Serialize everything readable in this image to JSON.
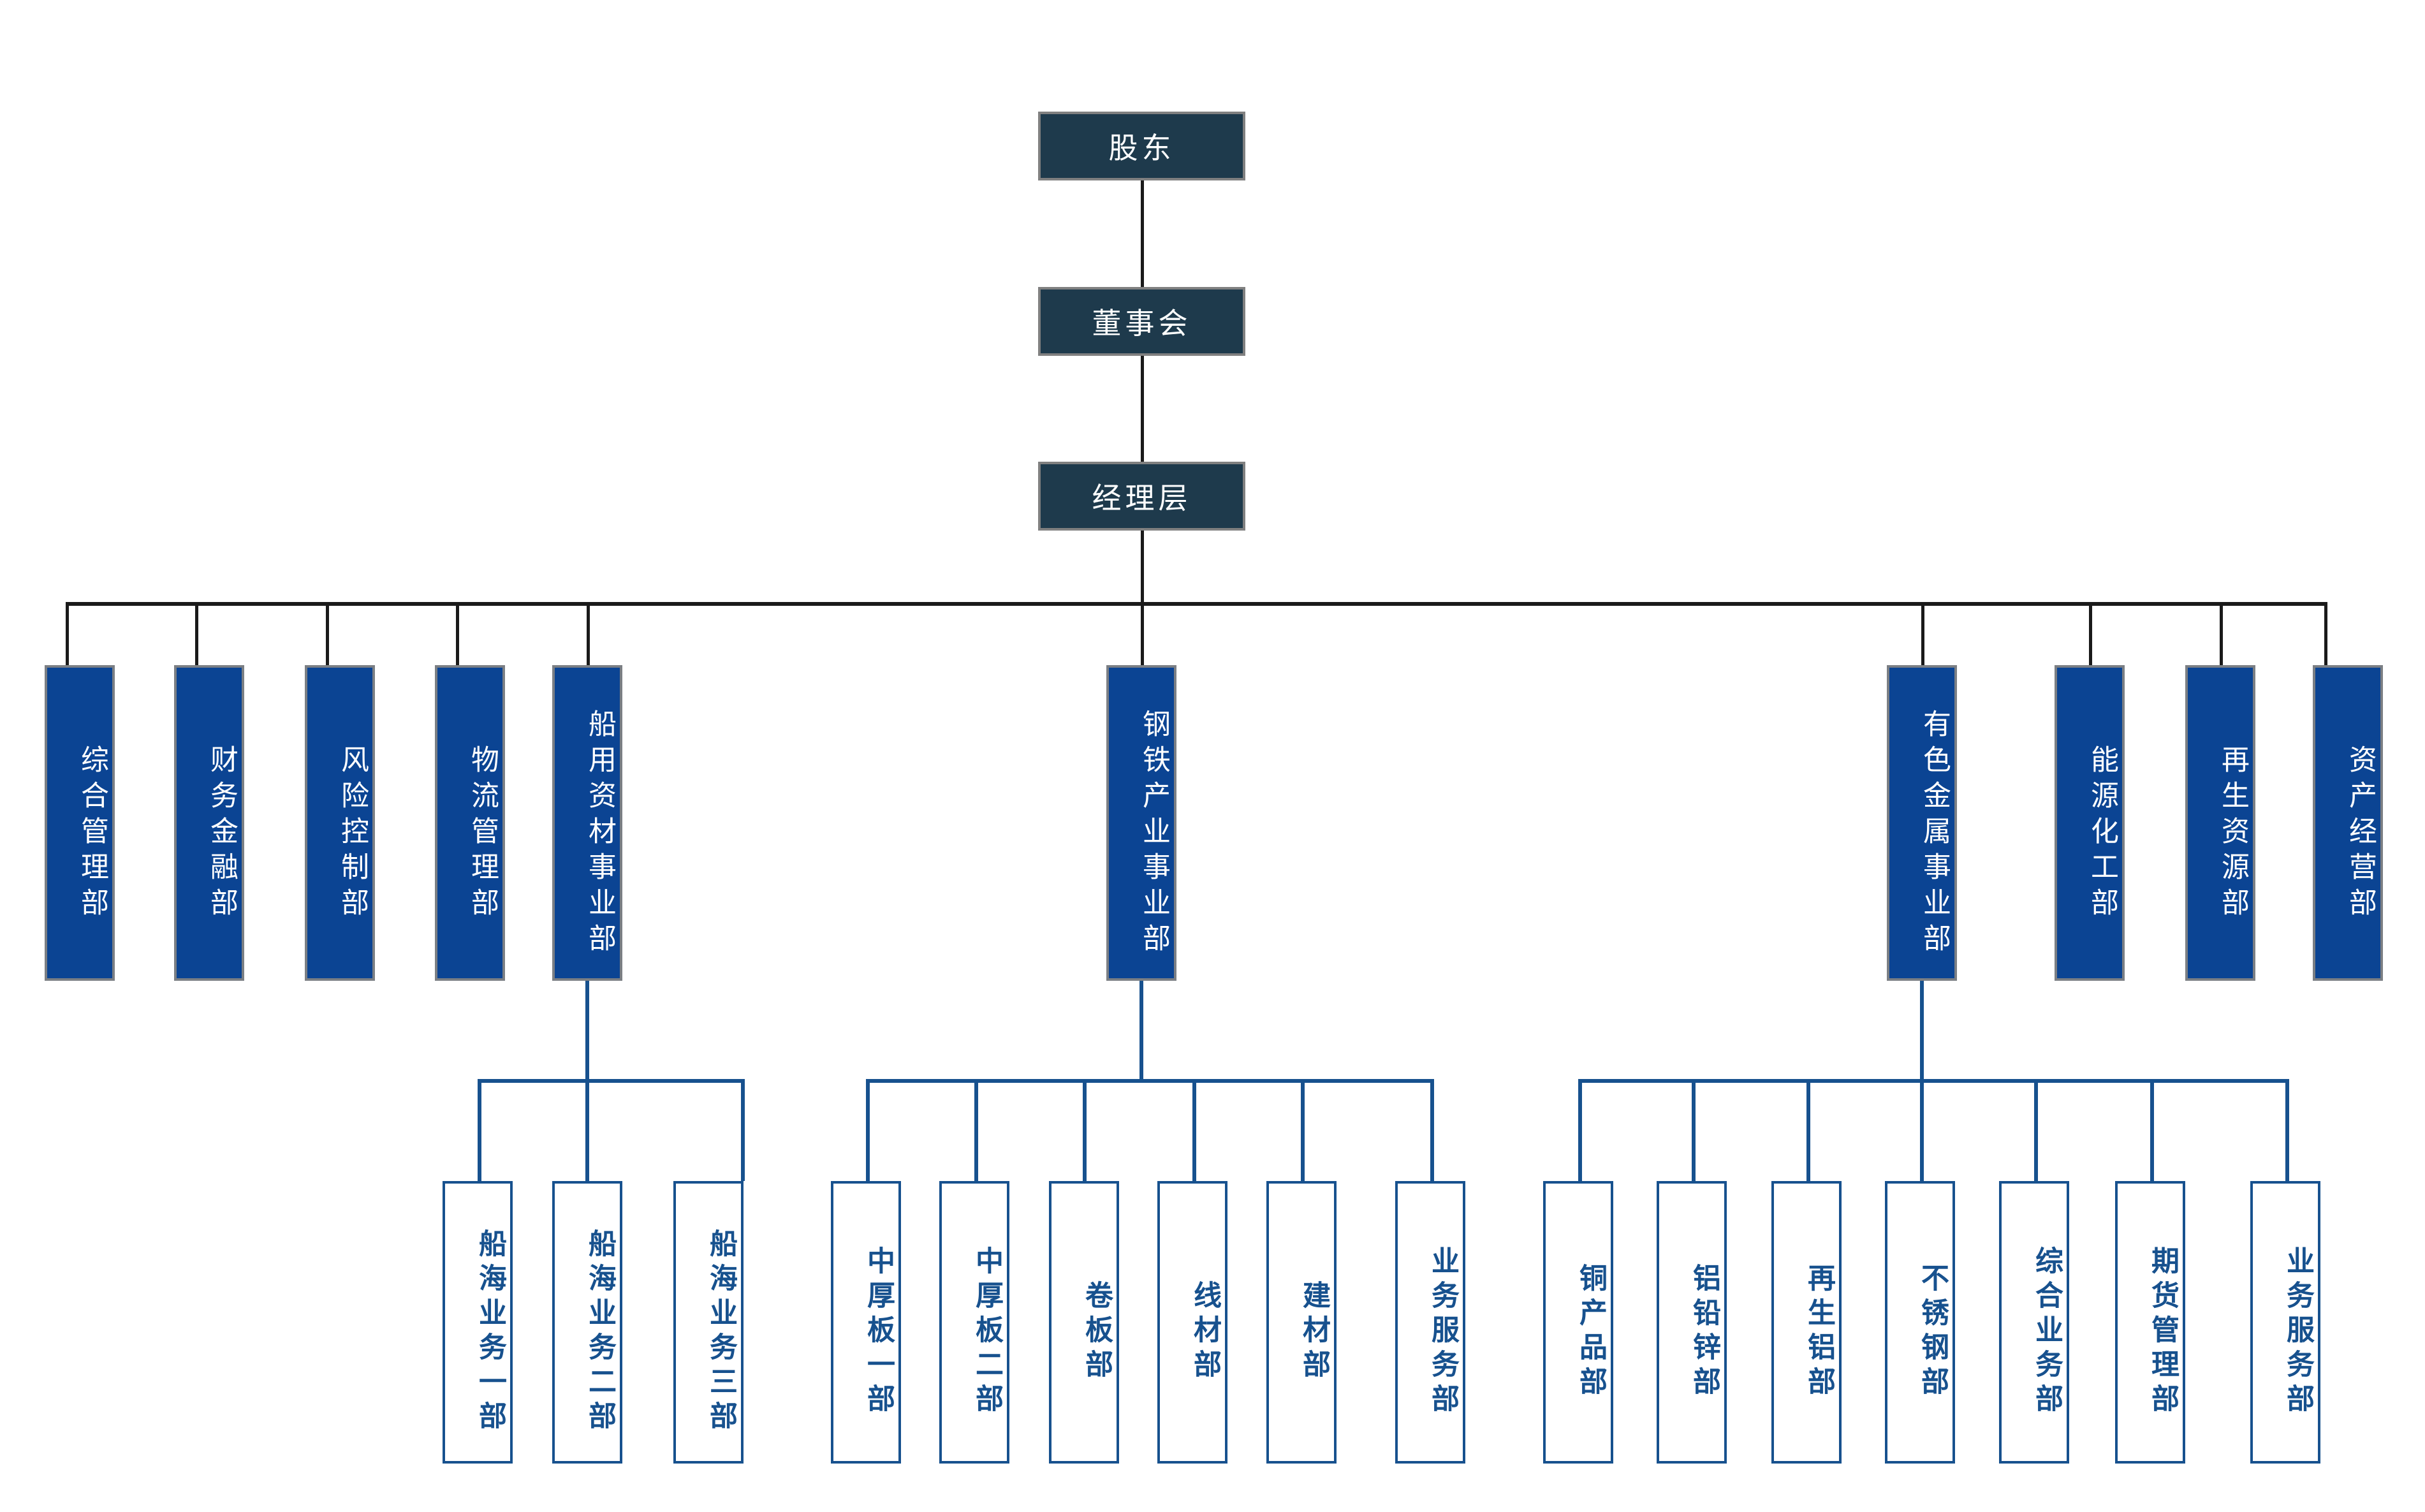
{
  "colors": {
    "executive_fill": "#1e3a4c",
    "executive_border": "#808080",
    "division_fill": "#0b4493",
    "division_border": "#7b7f84",
    "department_border": "#17518e",
    "department_text": "#17518e",
    "connector_top": "#1a1a1a",
    "connector_sub": "#17518e",
    "background": "#ffffff"
  },
  "executive": [
    {
      "label": "股东",
      "name": "shareholders"
    },
    {
      "label": "董事会",
      "name": "board-of-directors"
    },
    {
      "label": "经理层",
      "name": "management-layer"
    }
  ],
  "divisions": [
    {
      "label": "综合管理部",
      "name": "general-management-dept"
    },
    {
      "label": "财务金融部",
      "name": "finance-dept"
    },
    {
      "label": "风险控制部",
      "name": "risk-control-dept"
    },
    {
      "label": "物流管理部",
      "name": "logistics-management-dept"
    },
    {
      "label": "船用资材事业部",
      "name": "marine-materials-division"
    },
    {
      "label": "钢铁产业事业部",
      "name": "steel-industry-division"
    },
    {
      "label": "有色金属事业部",
      "name": "nonferrous-metals-division"
    },
    {
      "label": "能源化工部",
      "name": "energy-chemical-dept"
    },
    {
      "label": "再生资源部",
      "name": "renewable-resources-dept"
    },
    {
      "label": "资产经营部",
      "name": "asset-operation-dept"
    }
  ],
  "marine_departments": [
    {
      "label": "船海业务一部",
      "name": "marine-business-dept-1"
    },
    {
      "label": "船海业务二部",
      "name": "marine-business-dept-2"
    },
    {
      "label": "船海业务三部",
      "name": "marine-business-dept-3"
    }
  ],
  "steel_departments": [
    {
      "label": "中厚板一部",
      "name": "medium-plate-dept-1"
    },
    {
      "label": "中厚板二部",
      "name": "medium-plate-dept-2"
    },
    {
      "label": "卷板部",
      "name": "coil-plate-dept"
    },
    {
      "label": "线材部",
      "name": "wire-rod-dept"
    },
    {
      "label": "建材部",
      "name": "building-materials-dept"
    },
    {
      "label": "业务服务部",
      "name": "steel-business-service-dept"
    }
  ],
  "nonferrous_departments": [
    {
      "label": "铜产品部",
      "name": "copper-products-dept"
    },
    {
      "label": "铝铅锌部",
      "name": "aluminum-lead-zinc-dept"
    },
    {
      "label": "再生铝部",
      "name": "recycled-aluminum-dept"
    },
    {
      "label": "不锈钢部",
      "name": "stainless-steel-dept"
    },
    {
      "label": "综合业务部",
      "name": "integrated-business-dept"
    },
    {
      "label": "期货管理部",
      "name": "futures-management-dept"
    },
    {
      "label": "业务服务部",
      "name": "nonferrous-business-service-dept"
    }
  ]
}
